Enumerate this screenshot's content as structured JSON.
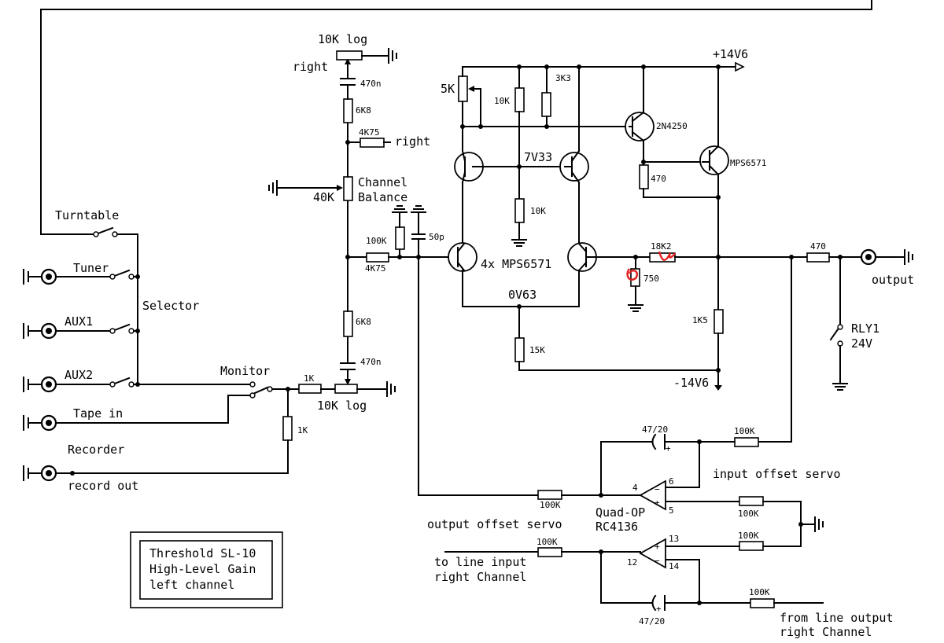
{
  "title_box": {
    "line1": "Threshold SL-10",
    "line2": "High-Level Gain",
    "line3": "left channel"
  },
  "inputs": {
    "turntable": "Turntable",
    "tuner": "Tuner",
    "aux1": "AUX1",
    "aux2": "AUX2",
    "tape_in": "Tape in",
    "recorder": "Recorder",
    "record_out": "record out"
  },
  "labels": {
    "selector": "Selector",
    "monitor": "Monitor",
    "vol_top": "10K log",
    "vol_bottom": "10K log",
    "right_top": "right",
    "right_mid": "right",
    "balance_line1": "Channel",
    "balance_line2": "Balance",
    "output": "output",
    "rly_name": "RLY1",
    "rly_voltage": "24V",
    "quad_op": "Quad-OP",
    "op_part": "RC4136",
    "input_servo": "input offset servo",
    "output_servo": "output offset servo",
    "to_line_1": "to line input",
    "to_line_2": "right Channel",
    "from_line_1": "from line output",
    "from_line_2": "right Channel",
    "transistors": "4x MPS6571",
    "rail_pos": "+14V6",
    "rail_neg": "-14V6",
    "node_top": "7V33",
    "node_bottom": "0V63"
  },
  "components": {
    "r_470n_top": "470n",
    "r_6k8_top": "6K8",
    "r_4k75_right": "4K75",
    "pot_40k": "40K",
    "r_100k_in": "100K",
    "r_4k75_in": "4K75",
    "c_50p": "50p",
    "r_6k8_bot": "6K8",
    "c_470n_bot": "470n",
    "r_1k_mon": "1K",
    "r_1k_rec": "1K",
    "pot_5k": "5K",
    "r_10k_a": "10K",
    "r_3k3": "3K3",
    "r_10k_b": "10K",
    "q_2n4250": "2N4250",
    "q_mps6571": "MPS6571",
    "r_470_a": "470",
    "r_18k2": "18K2",
    "r_750": "750",
    "r_1k5": "1K5",
    "r_15k": "15K",
    "r_470_out": "470",
    "c_47_20_top": "47/20",
    "r_100k_fb": "100K",
    "r_100k_servo": "100K",
    "r_100k_p5": "100K",
    "r_100k_p13": "100K",
    "r_100k_line": "100K",
    "r_100k_from": "100K",
    "c_47_20_bot": "47/20",
    "pin4": "4",
    "pin6": "6",
    "pin5": "5",
    "pin12": "12",
    "pin13": "13",
    "pin14": "14",
    "minus": "−",
    "plus": "+"
  }
}
